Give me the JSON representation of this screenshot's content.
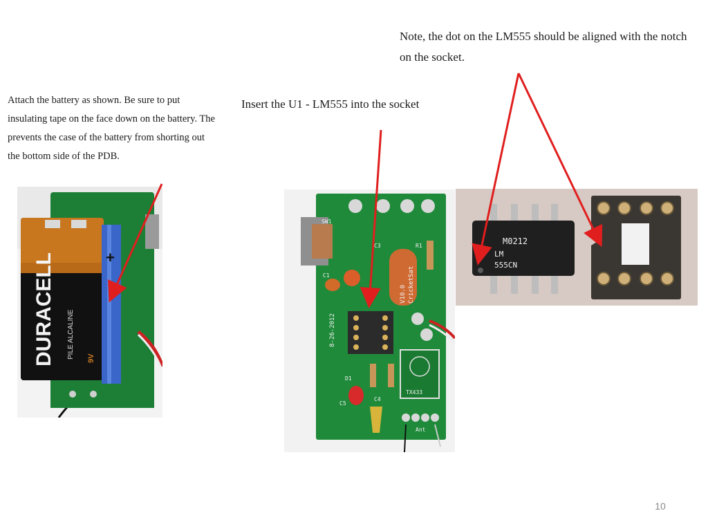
{
  "slide": {
    "note_text": "Note, the dot on the LM555 should be aligned with the notch on the socket.",
    "insert_text": "Insert the U1 - LM555 into the socket",
    "attach_text": "Attach the battery as shown.  Be sure to put insulating tape on the face down on the battery.  The prevents the case of the battery from shorting out the bottom side of the PDB.",
    "page_number": "10"
  },
  "battery_photo": {
    "brand": "DURACELL",
    "subtitle": "PILE ALCALINE",
    "voltage": "9V",
    "plus_sign": "+"
  },
  "board_photo": {
    "date_label": "8-26-2012",
    "version_label": "V10.0",
    "name_label": "CricketSat",
    "module_label": "TX433",
    "ant_label": "Ant",
    "sw_label": "SW1",
    "c1_label": "C1",
    "c3_label": "C3",
    "r1_label": "R1",
    "d1_label": "D1",
    "c4_label": "C4",
    "c5_label": "C5"
  },
  "chip_photo": {
    "line1": "M0212",
    "line2": "LM",
    "line3": "555CN"
  },
  "colors": {
    "arrow": "#e01e1e",
    "pcb_green": "#1f8a3a",
    "battery_copper": "#c8771f",
    "tape_blue": "#3a66c9"
  }
}
